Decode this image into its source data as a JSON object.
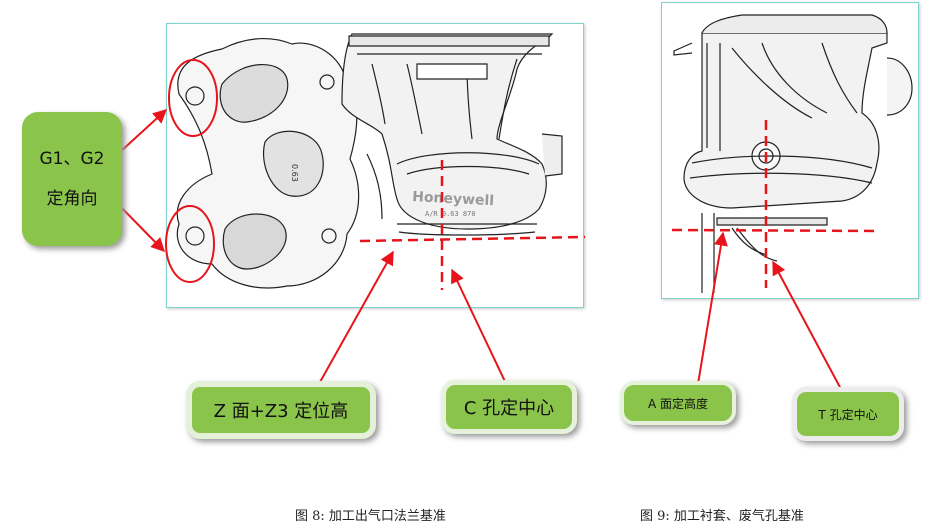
{
  "labels": {
    "g_line1": "G1、G2",
    "g_line2": "定角向",
    "z_label": "Z 面+Z3  定位高",
    "c_label": "C 孔定中心",
    "a_label": "A 面定高度",
    "t_label": "T 孔定中心"
  },
  "part_marking": {
    "brand": "Honeywell",
    "code": "A/R 0.63  870"
  },
  "captions": {
    "fig8": "图 8:  加工出气口法兰基准",
    "fig9": "图 9:  加工衬套、废气孔基准"
  },
  "colors": {
    "badge_green": "#8bc44a",
    "annotation_red": "#e8141c",
    "panel_border": "#7fd3cf"
  }
}
